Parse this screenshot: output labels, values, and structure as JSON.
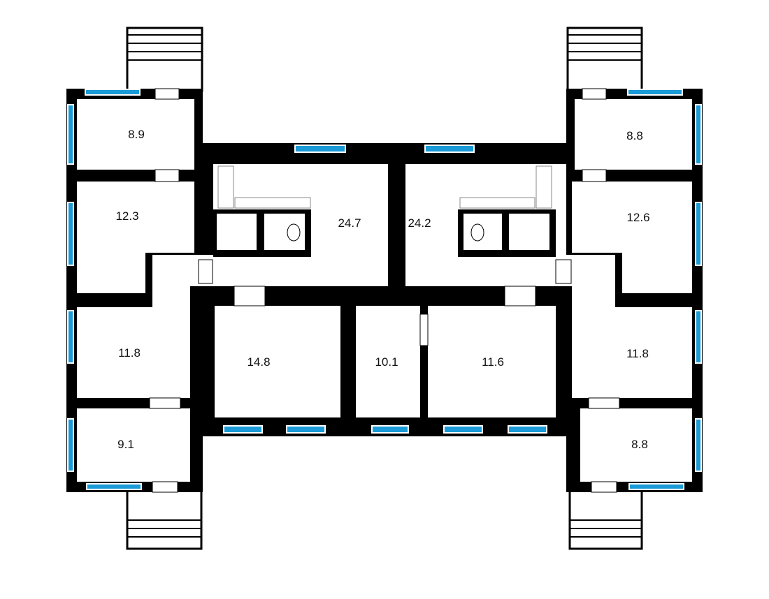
{
  "colors": {
    "wall": "#000000",
    "window": "#1a9ad6",
    "floor": "#ffffff"
  },
  "rooms": [
    {
      "id": "r1",
      "area": "8.9"
    },
    {
      "id": "r2",
      "area": "12.3"
    },
    {
      "id": "r3",
      "area": "24.7"
    },
    {
      "id": "r4",
      "area": "24.2"
    },
    {
      "id": "r5",
      "area": "12.6"
    },
    {
      "id": "r6",
      "area": "8.8"
    },
    {
      "id": "r7",
      "area": "11.8"
    },
    {
      "id": "r8",
      "area": "14.8"
    },
    {
      "id": "r9",
      "area": "10.1"
    },
    {
      "id": "r10",
      "area": "11.6"
    },
    {
      "id": "r11",
      "area": "11.8"
    },
    {
      "id": "r12",
      "area": "9.1"
    },
    {
      "id": "r13",
      "area": "8.8"
    }
  ]
}
